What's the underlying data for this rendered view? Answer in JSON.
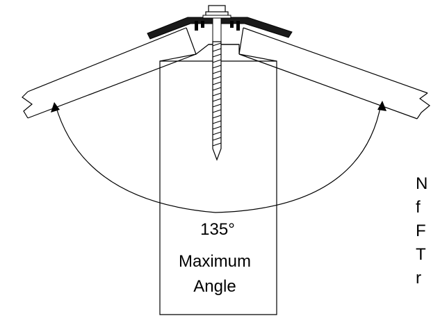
{
  "diagram": {
    "angle_value": "135°",
    "angle_caption_line1": "Maximum",
    "angle_caption_line2": "Angle",
    "side_note_lines": [
      "N",
      "f",
      "F",
      "T",
      "r"
    ],
    "colors": {
      "line": "#000000",
      "background": "#ffffff",
      "cap_fill": "#1a1a1a"
    },
    "icons": [
      "screw-icon",
      "angle-arrow-icon"
    ]
  }
}
